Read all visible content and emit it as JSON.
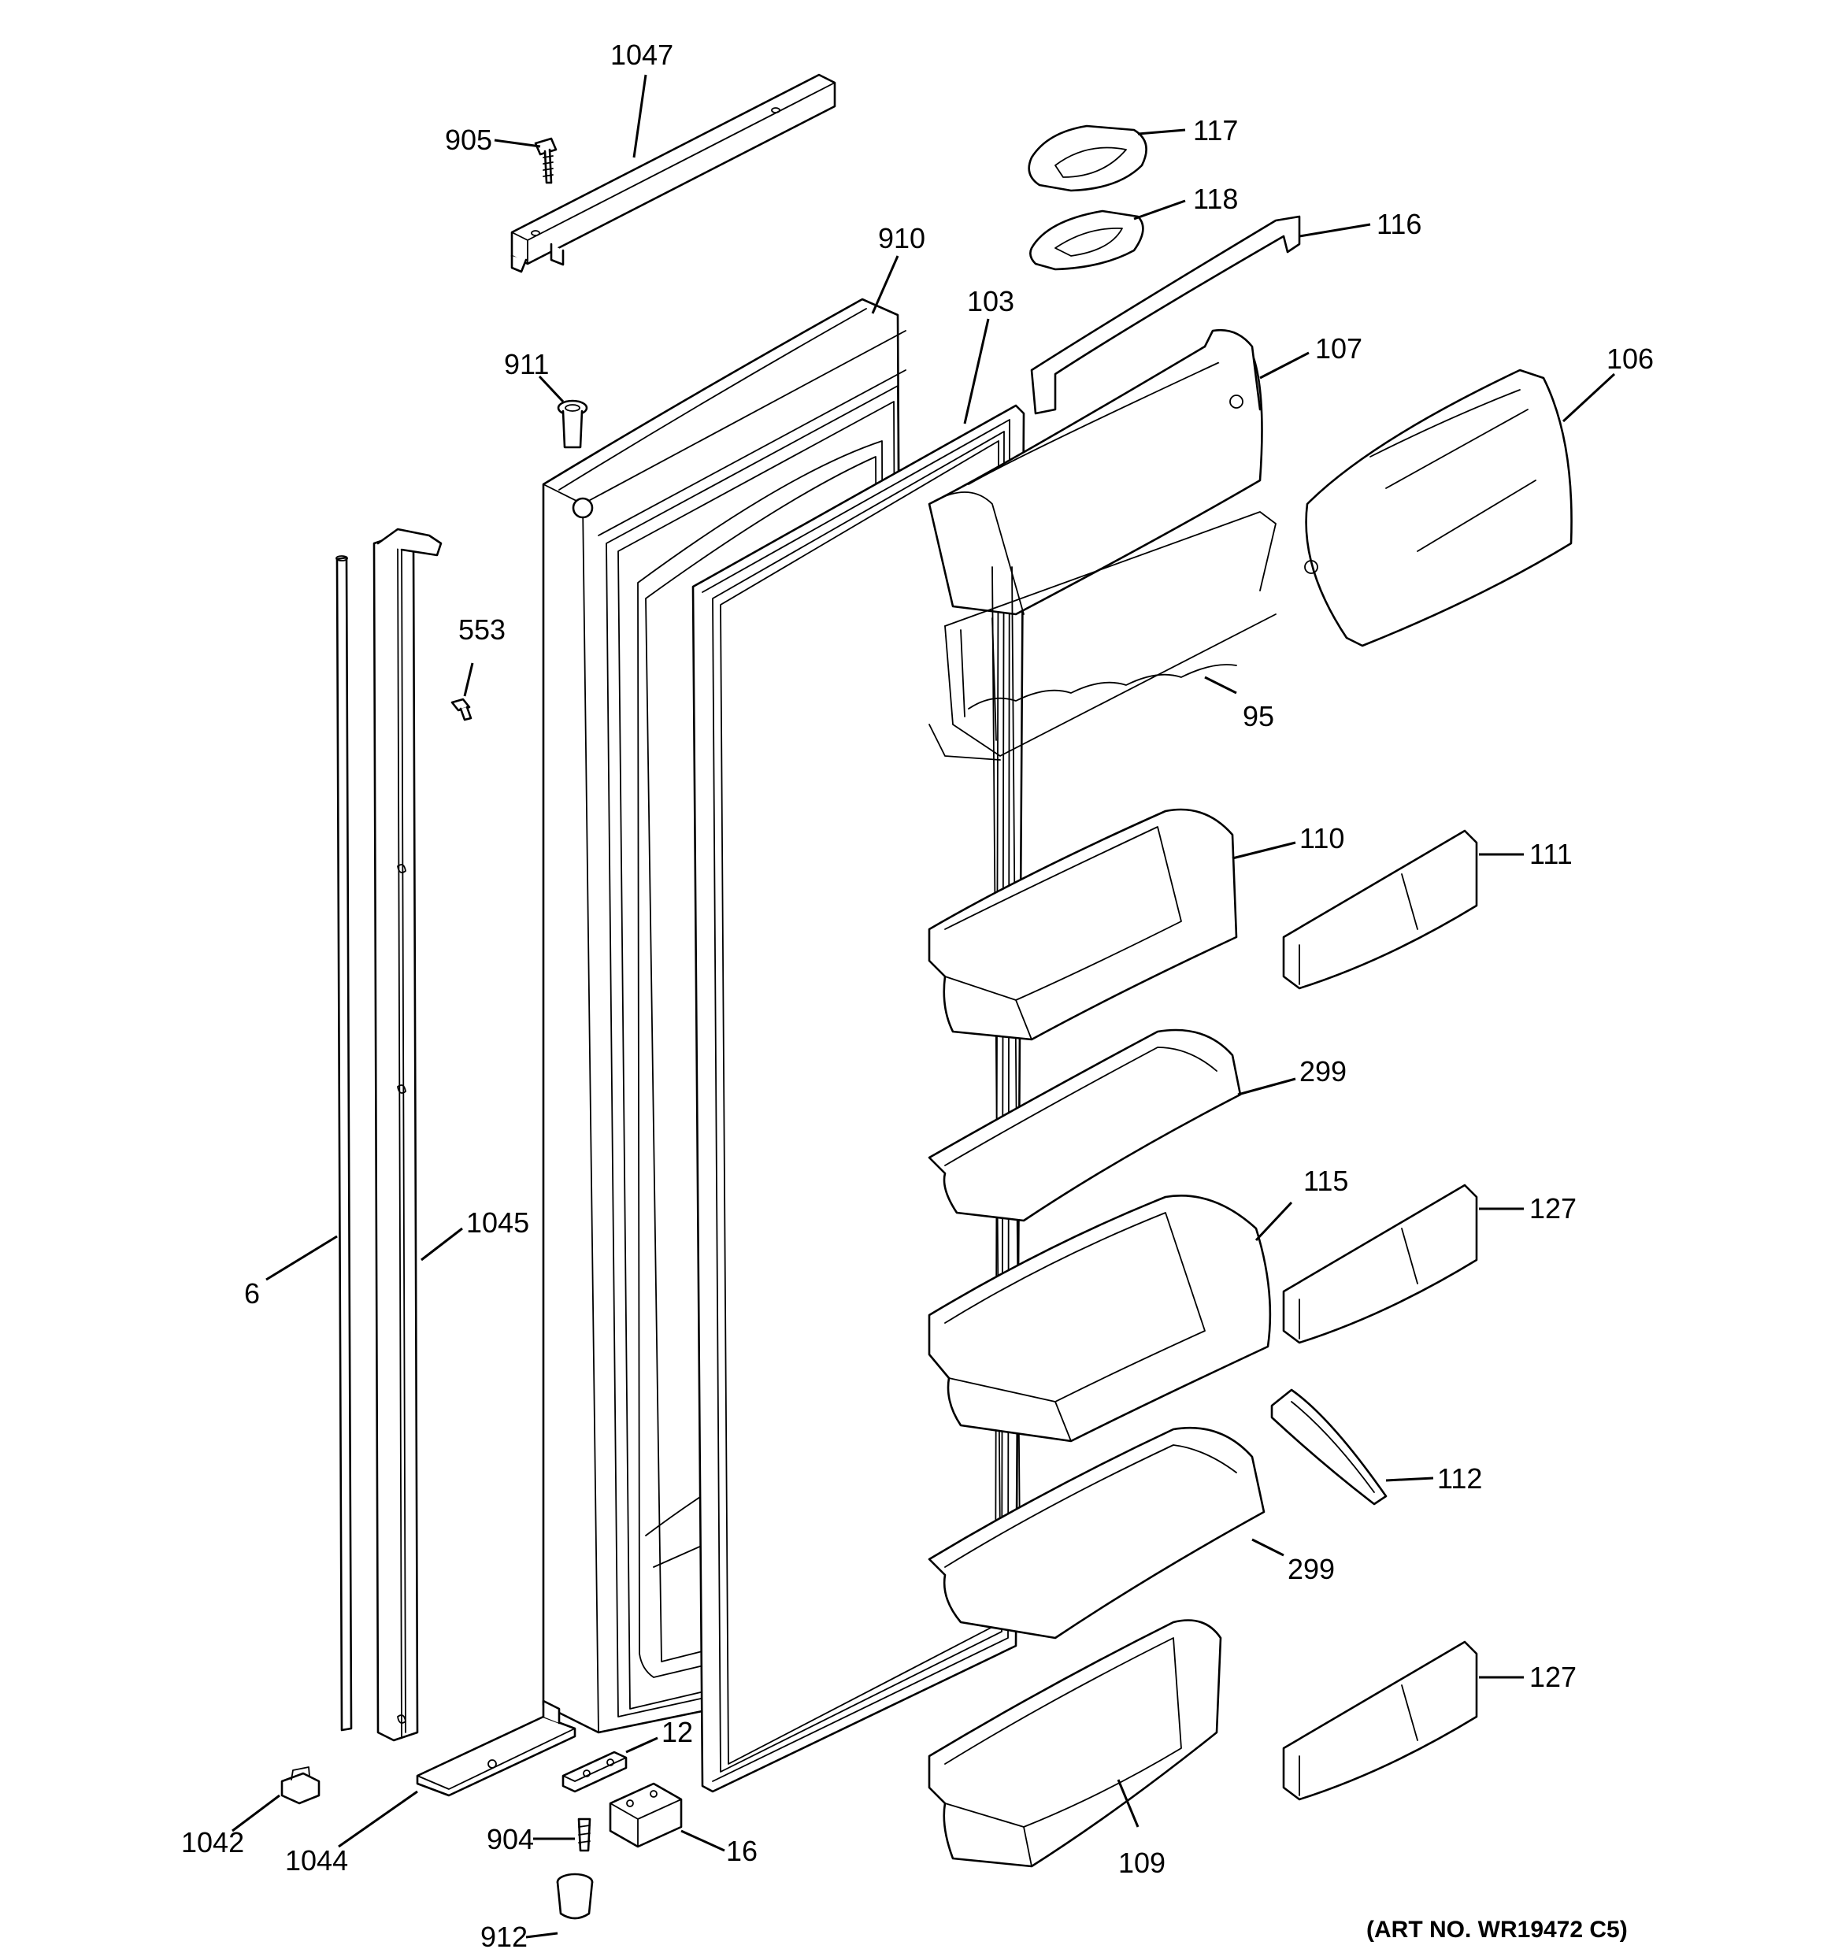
{
  "diagram": {
    "art_no": "(ART NO. WR19472 C5)",
    "callouts": {
      "1047": "1047",
      "905": "905",
      "910": "910",
      "911": "911",
      "553": "553",
      "6": "6",
      "1045": "1045",
      "1042": "1042",
      "1044": "1044",
      "12": "12",
      "904": "904",
      "16": "16",
      "912": "912",
      "103": "103",
      "117": "117",
      "118": "118",
      "116": "116",
      "107": "107",
      "106": "106",
      "95": "95",
      "110": "110",
      "111": "111",
      "299a": "299",
      "115": "115",
      "127a": "127",
      "112": "112",
      "299b": "299",
      "127b": "127",
      "109": "109"
    }
  }
}
